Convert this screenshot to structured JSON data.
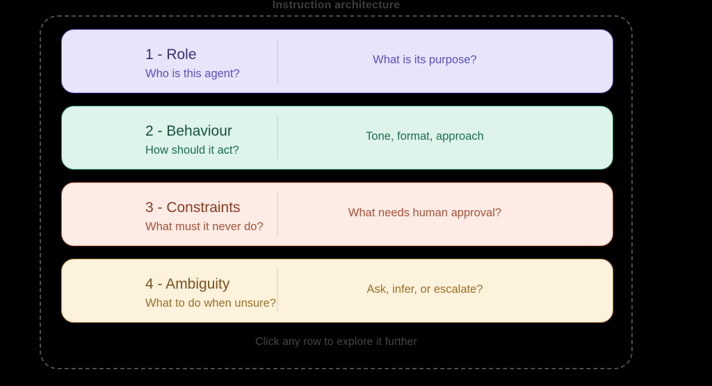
{
  "diagram": {
    "title": "Instruction architecture",
    "caption": "Click any row to explore it further"
  },
  "rows": [
    {
      "id": "role",
      "title": "1 - Role",
      "subtitle": "Who is this agent?",
      "detail": "What is its purpose?",
      "colors": {
        "background": "#e8e5fb",
        "border": "#7b6fd6",
        "title": "#363075",
        "text": "#584fc4"
      }
    },
    {
      "id": "behaviour",
      "title": "2 - Behaviour",
      "subtitle": "How should it act?",
      "detail": "Tone, format, approach",
      "colors": {
        "background": "#def3e9",
        "border": "#2e9678",
        "title": "#14523f",
        "text": "#1b6e55"
      }
    },
    {
      "id": "constraints",
      "title": "3 - Constraints",
      "subtitle": "What must it never do?",
      "detail": "What needs human approval?",
      "colors": {
        "background": "#fcece5",
        "border": "#c4684b",
        "title": "#8c3a21",
        "text": "#a85138"
      }
    },
    {
      "id": "ambiguity",
      "title": "4 - Ambiguity",
      "subtitle": "What to do when unsure?",
      "detail": "Ask, infer, or escalate?",
      "colors": {
        "background": "#fdf2dc",
        "border": "#c8984e",
        "title": "#7b521d",
        "text": "#9a7127"
      }
    }
  ]
}
